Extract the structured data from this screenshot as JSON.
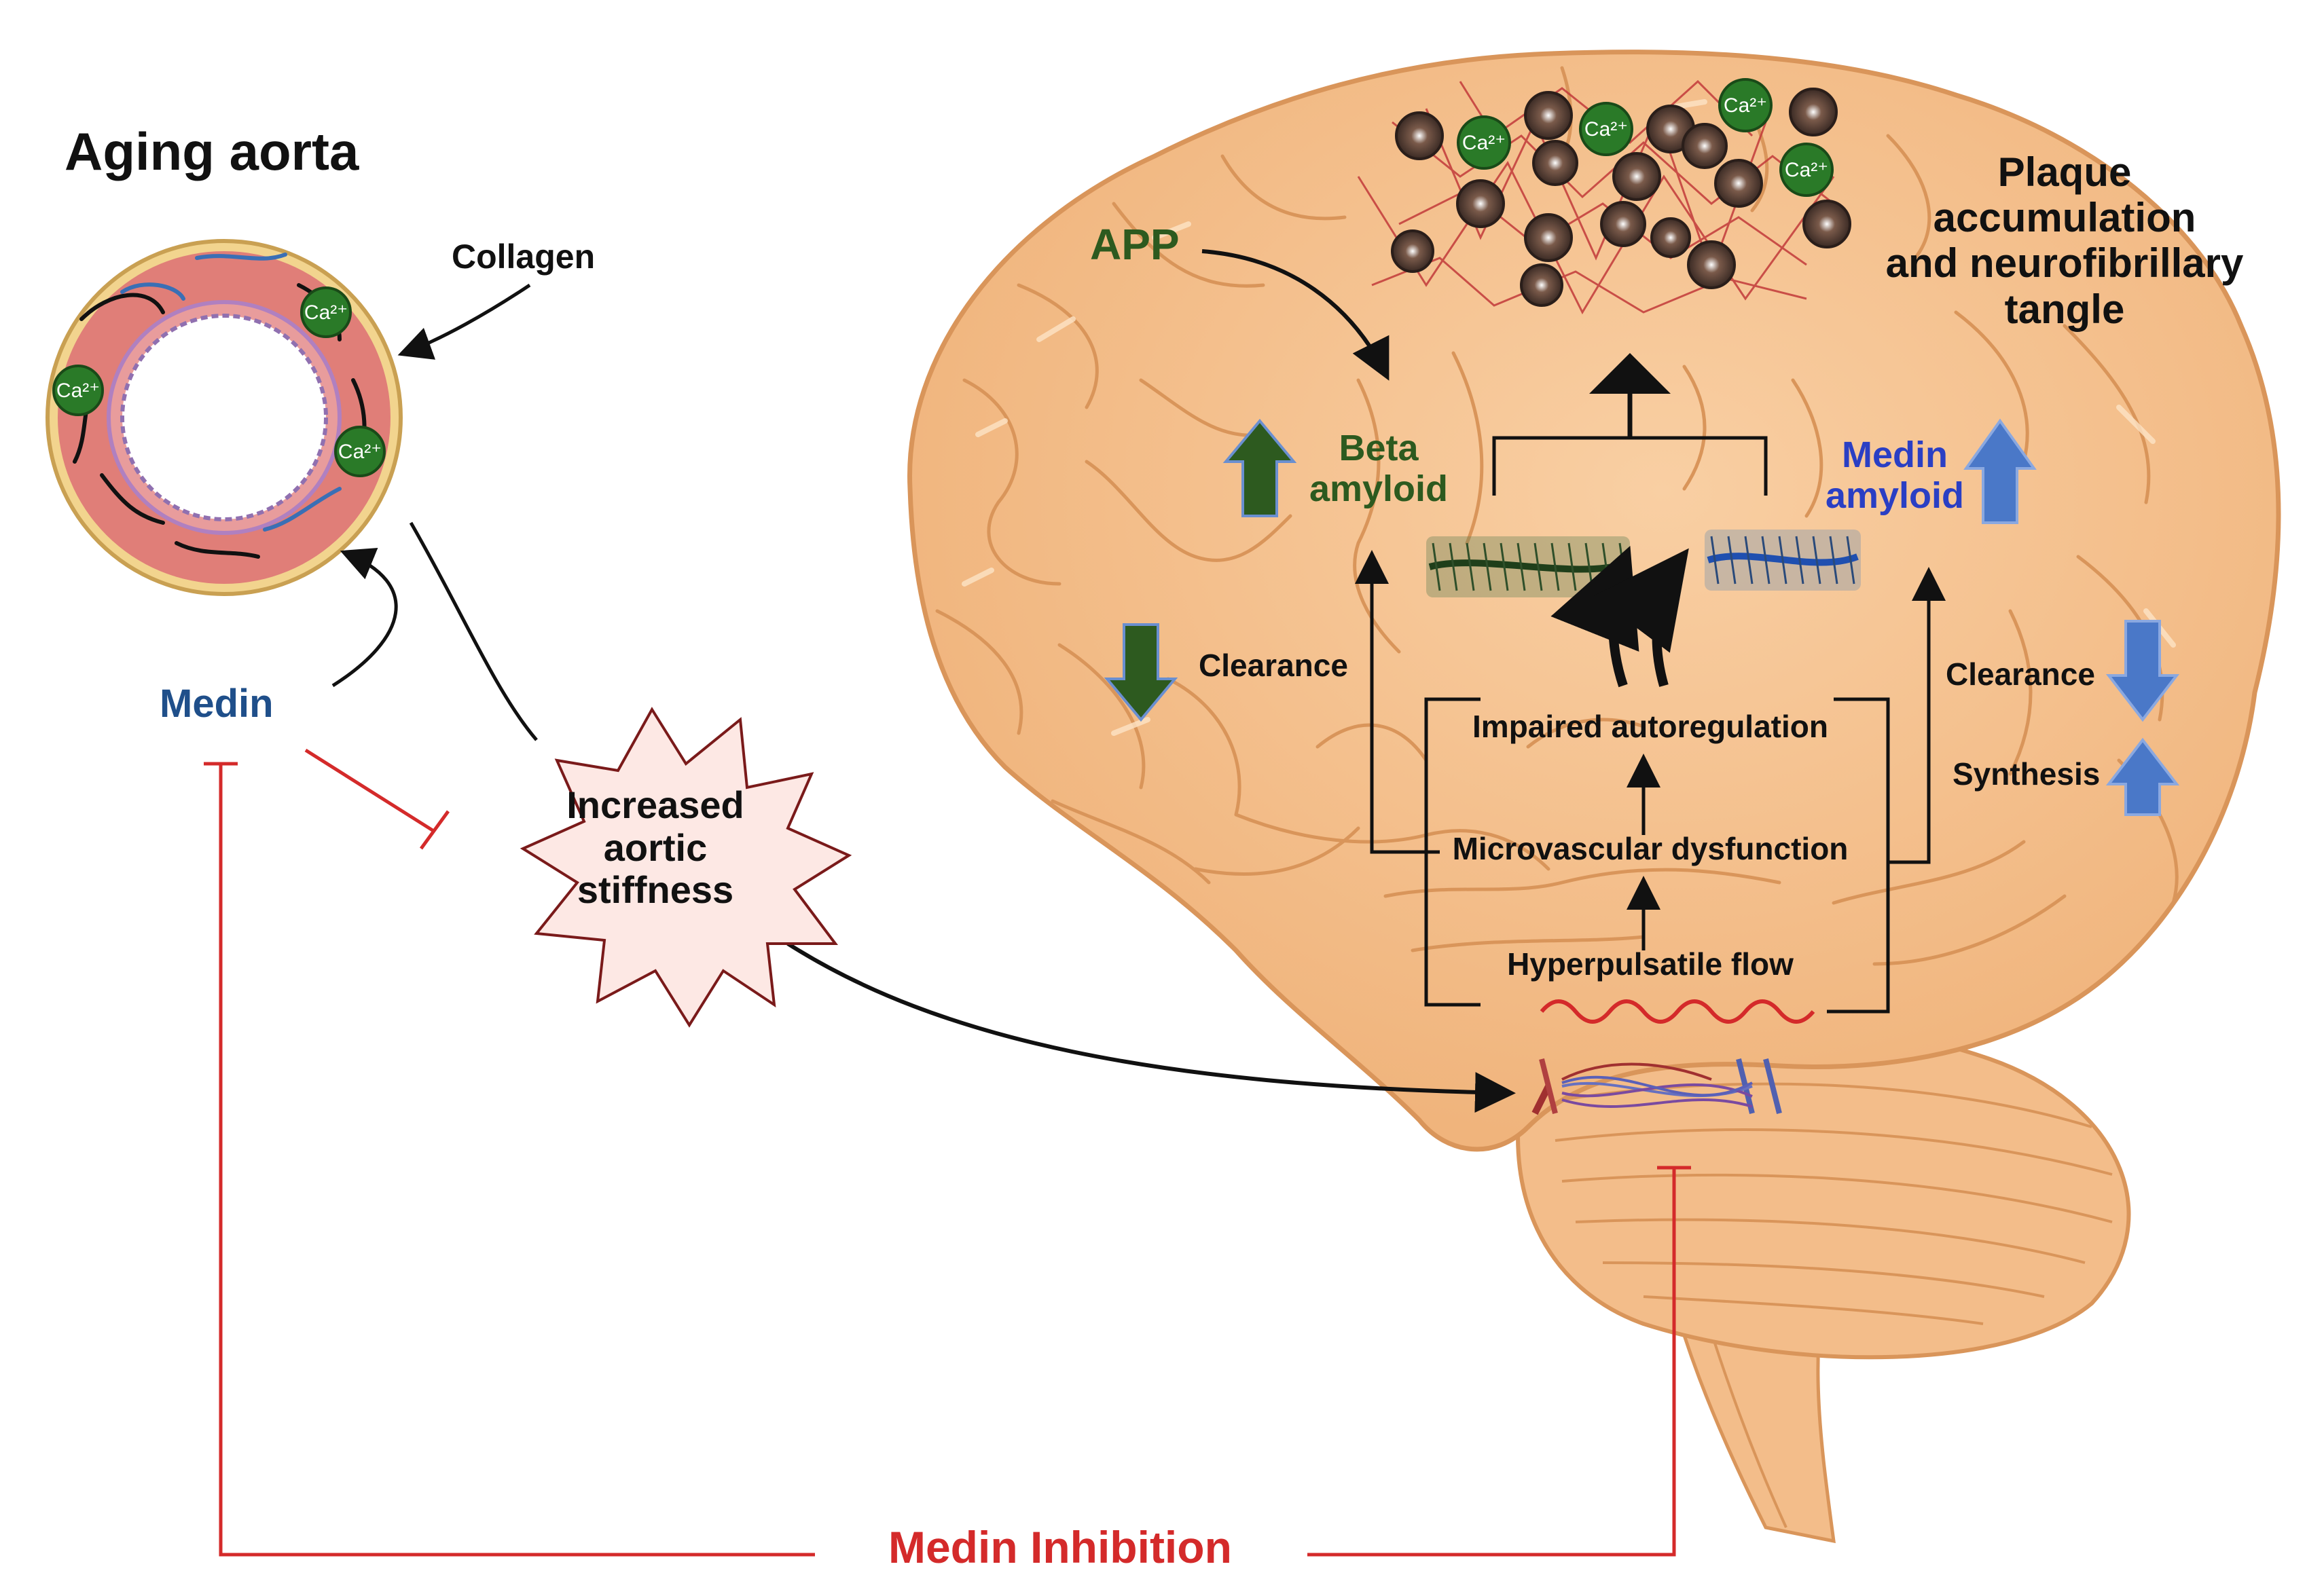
{
  "aorta": {
    "title": "Aging aorta",
    "collagen_label": "Collagen",
    "calcium_label": "Ca²⁺"
  },
  "medin_label": "Medin",
  "stiffness_label": [
    "Increased",
    "aortic",
    "stiffness"
  ],
  "app_label": "APP",
  "beta_label": [
    "Beta",
    "amyloid"
  ],
  "medin_amyloid_label": [
    "Medin",
    "amyloid"
  ],
  "plaque_label": [
    "Plaque",
    "accumulation",
    "and neurofibrillary",
    "tangle"
  ],
  "clearance_left": "Clearance",
  "clearance_right": "Clearance",
  "synthesis_label": "Synthesis",
  "cascade": {
    "autoregulation": "Impaired autoregulation",
    "microvascular": "Microvascular dysfunction",
    "hyperpulsatile": "Hyperpulsatile flow"
  },
  "inhibition_label": "Medin Inhibition",
  "colors": {
    "green": "#2d5a1f",
    "blue": "#2a3fc4",
    "medin_blue": "#1f4f8a",
    "red": "#d42a2a",
    "brain": "#f6c391",
    "brain_line": "#d9955a",
    "arrow_blue": "#4a78c8"
  }
}
